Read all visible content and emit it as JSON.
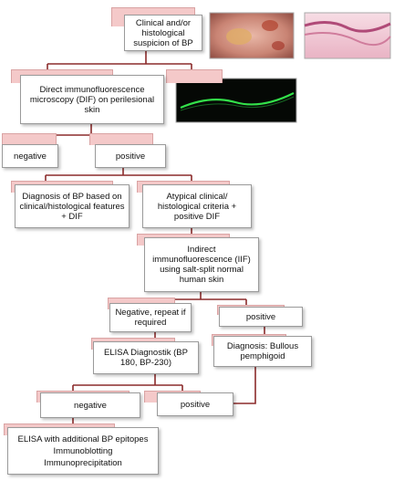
{
  "nodes": {
    "suspicion": "Clinical and/or histological suspicion of BP",
    "dif": "Direct immunofluorescence microscopy (DIF) on perilesional skin",
    "negative_1": "negative",
    "positive_1": "positive",
    "diagnosis_dif": "Diagnosis of BP based on clinical/histological features + DIF",
    "atypical": "Atypical clinical/ histological criteria + positive DIF",
    "iif": "Indirect immunofluorescence (IIF) using salt-split normal human skin",
    "negative_repeat": "Negative, repeat if required",
    "positive_2": "positive",
    "elisa": "ELISA Diagnostik (BP 180, BP-230)",
    "diagnosis_bp": "Diagnosis: Bullous pemphigoid",
    "negative_2": "negative",
    "positive_3": "positive",
    "final_tests": [
      "ELISA with additional BP epitopes",
      "Immunoblotting",
      "Immunoprecipitation"
    ]
  },
  "colors": {
    "tab": "#f4c9c9",
    "line": "#8b2b2b",
    "box_border": "#9a9a9a"
  },
  "images": [
    "clinical-photo",
    "histology-photo",
    "fluorescence-photo"
  ]
}
